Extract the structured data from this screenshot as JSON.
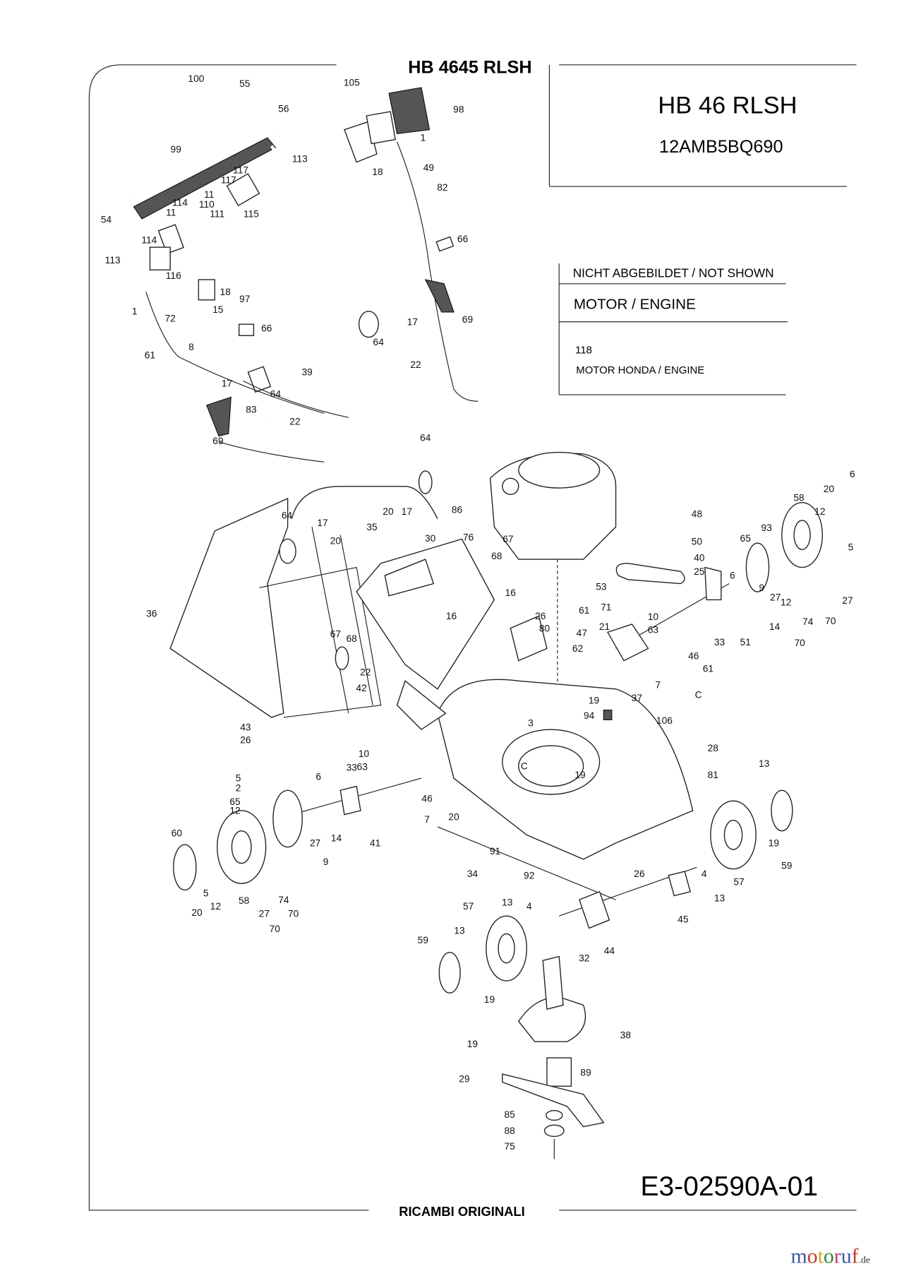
{
  "title": "HB 4645 RLSH",
  "model_box": {
    "model": "HB 46 RLSH",
    "code": "12AMB5BQ690"
  },
  "not_shown": {
    "header": "NICHT ABGEBILDET / NOT SHOWN",
    "section": "MOTOR / ENGINE",
    "item_number": "118",
    "item_label": "MOTOR HONDA / ENGINE"
  },
  "drawing_number": "E3-02590A-01",
  "footer": "RICAMBI ORIGINALI",
  "watermark": "motoruf.de",
  "watermark_colors": [
    "#3b5aa8",
    "#c03a2b",
    "#e0a020",
    "#2e8b3a",
    "#c03a8a"
  ],
  "part_labels": [
    "100",
    "55",
    "56",
    "99",
    "113",
    "117",
    "117",
    "11",
    "114",
    "11",
    "110",
    "111",
    "115",
    "54",
    "114",
    "113",
    "116",
    "18",
    "97",
    "15",
    "1",
    "72",
    "8",
    "66",
    "61",
    "39",
    "17",
    "64",
    "83",
    "22",
    "69",
    "105",
    "98",
    "1",
    "18",
    "49",
    "82",
    "66",
    "17",
    "69",
    "64",
    "22",
    "64",
    "20",
    "17",
    "86",
    "17",
    "20",
    "64",
    "35",
    "30",
    "76",
    "67",
    "68",
    "16",
    "36",
    "16",
    "26",
    "80",
    "61",
    "67",
    "68",
    "22",
    "42",
    "47",
    "62",
    "37",
    "19",
    "94",
    "106",
    "43",
    "26",
    "3",
    "33",
    "10",
    "63",
    "5",
    "2",
    "6",
    "65",
    "12",
    "46",
    "28",
    "81",
    "19",
    "7",
    "20",
    "27",
    "14",
    "9",
    "41",
    "91",
    "34",
    "92",
    "60",
    "5",
    "12",
    "20",
    "58",
    "27",
    "74",
    "70",
    "70",
    "13",
    "19",
    "59",
    "4",
    "57",
    "13",
    "26",
    "45",
    "44",
    "32",
    "57",
    "13",
    "4",
    "13",
    "59",
    "19",
    "38",
    "19",
    "89",
    "29",
    "85",
    "88",
    "75",
    "48",
    "50",
    "40",
    "25",
    "65",
    "93",
    "58",
    "20",
    "12",
    "5",
    "6",
    "6",
    "9",
    "12",
    "27",
    "27",
    "74",
    "70",
    "70",
    "53",
    "71",
    "10",
    "63",
    "21",
    "33",
    "14",
    "51",
    "46",
    "61",
    "7",
    "C",
    "C"
  ]
}
